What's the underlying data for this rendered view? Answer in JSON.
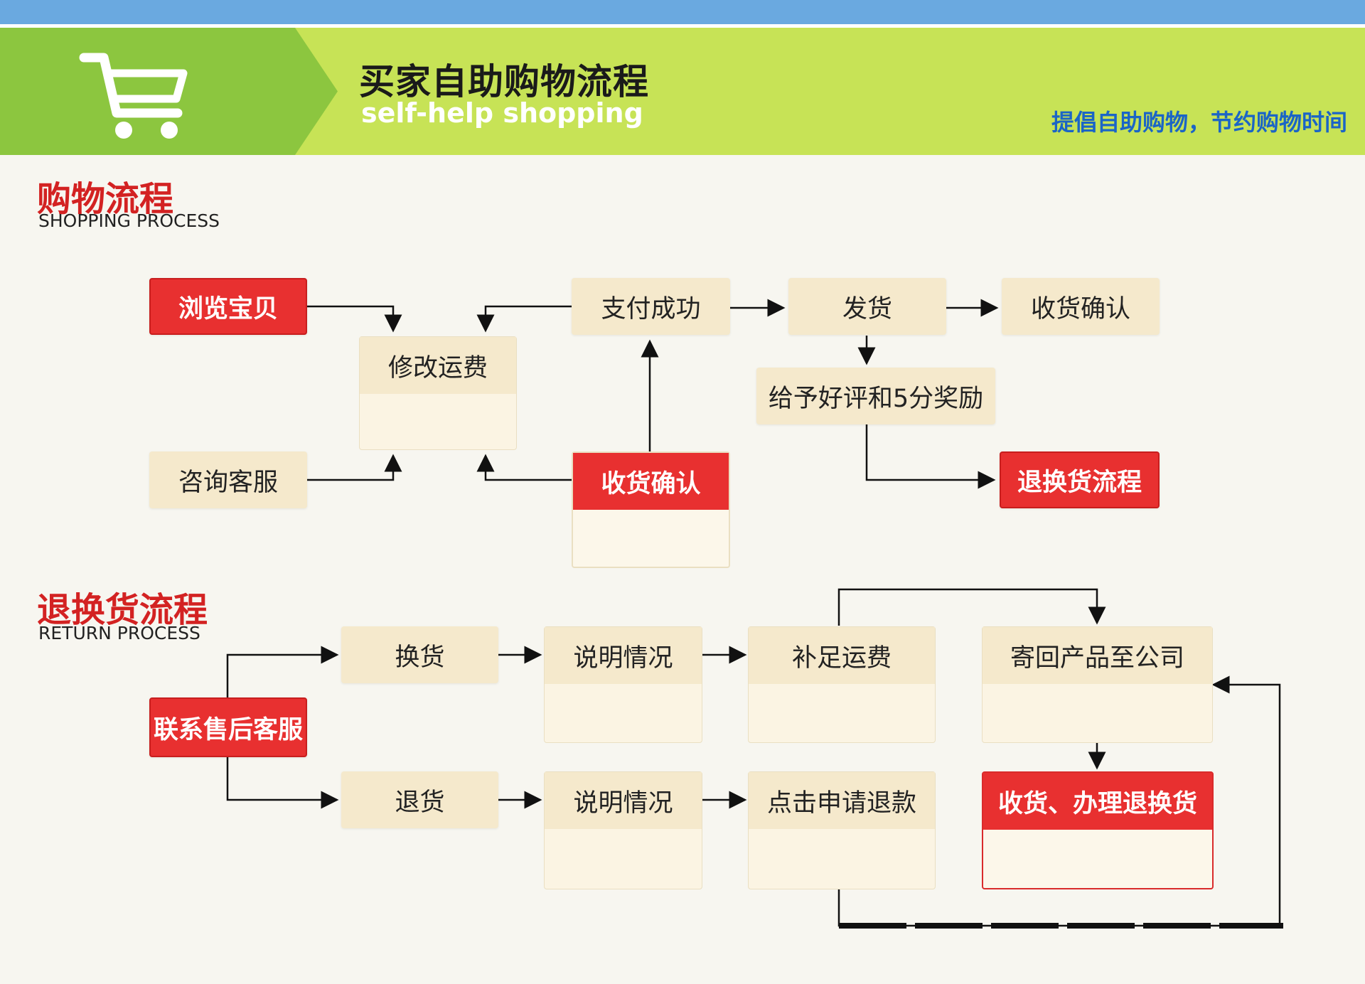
{
  "banner": {
    "title": "买家自助购物流程",
    "subtitle": "self-help shopping",
    "slogan": "提倡自助购物，节约购物时间"
  },
  "shopping_section": {
    "title": "购物流程",
    "subtitle": "SHOPPING PROCESS",
    "nodes": {
      "browse": "浏览宝贝",
      "consult": "咨询客服",
      "modify_shipping": "修改运费",
      "pay_success": "支付成功",
      "confirm_receipt_red": "收货确认",
      "ship": "发货",
      "confirm_receipt": "收货确认",
      "rating": "给予好评和5分奖励",
      "return_flow": "退换货流程"
    }
  },
  "return_section": {
    "title": "退换货流程",
    "subtitle": "RETURN PROCESS",
    "nodes": {
      "contact": "联系售后客服",
      "exchange": "换货",
      "explain_exchange": "说明情况",
      "supplement_shipping": "补足运费",
      "send_back": "寄回产品至公司",
      "return_goods": "退货",
      "explain_return": "说明情况",
      "apply_refund": "点击申请退款",
      "receive_process": "收货、办理退换货"
    }
  },
  "colors": {
    "accent_red": "#e83030",
    "banner_green": "#c7e356",
    "banner_dark_green": "#8cc63f",
    "top_blue": "#6aa9e0",
    "slogan_blue": "#1b65c6",
    "box_beige": "#f5e9cc"
  }
}
